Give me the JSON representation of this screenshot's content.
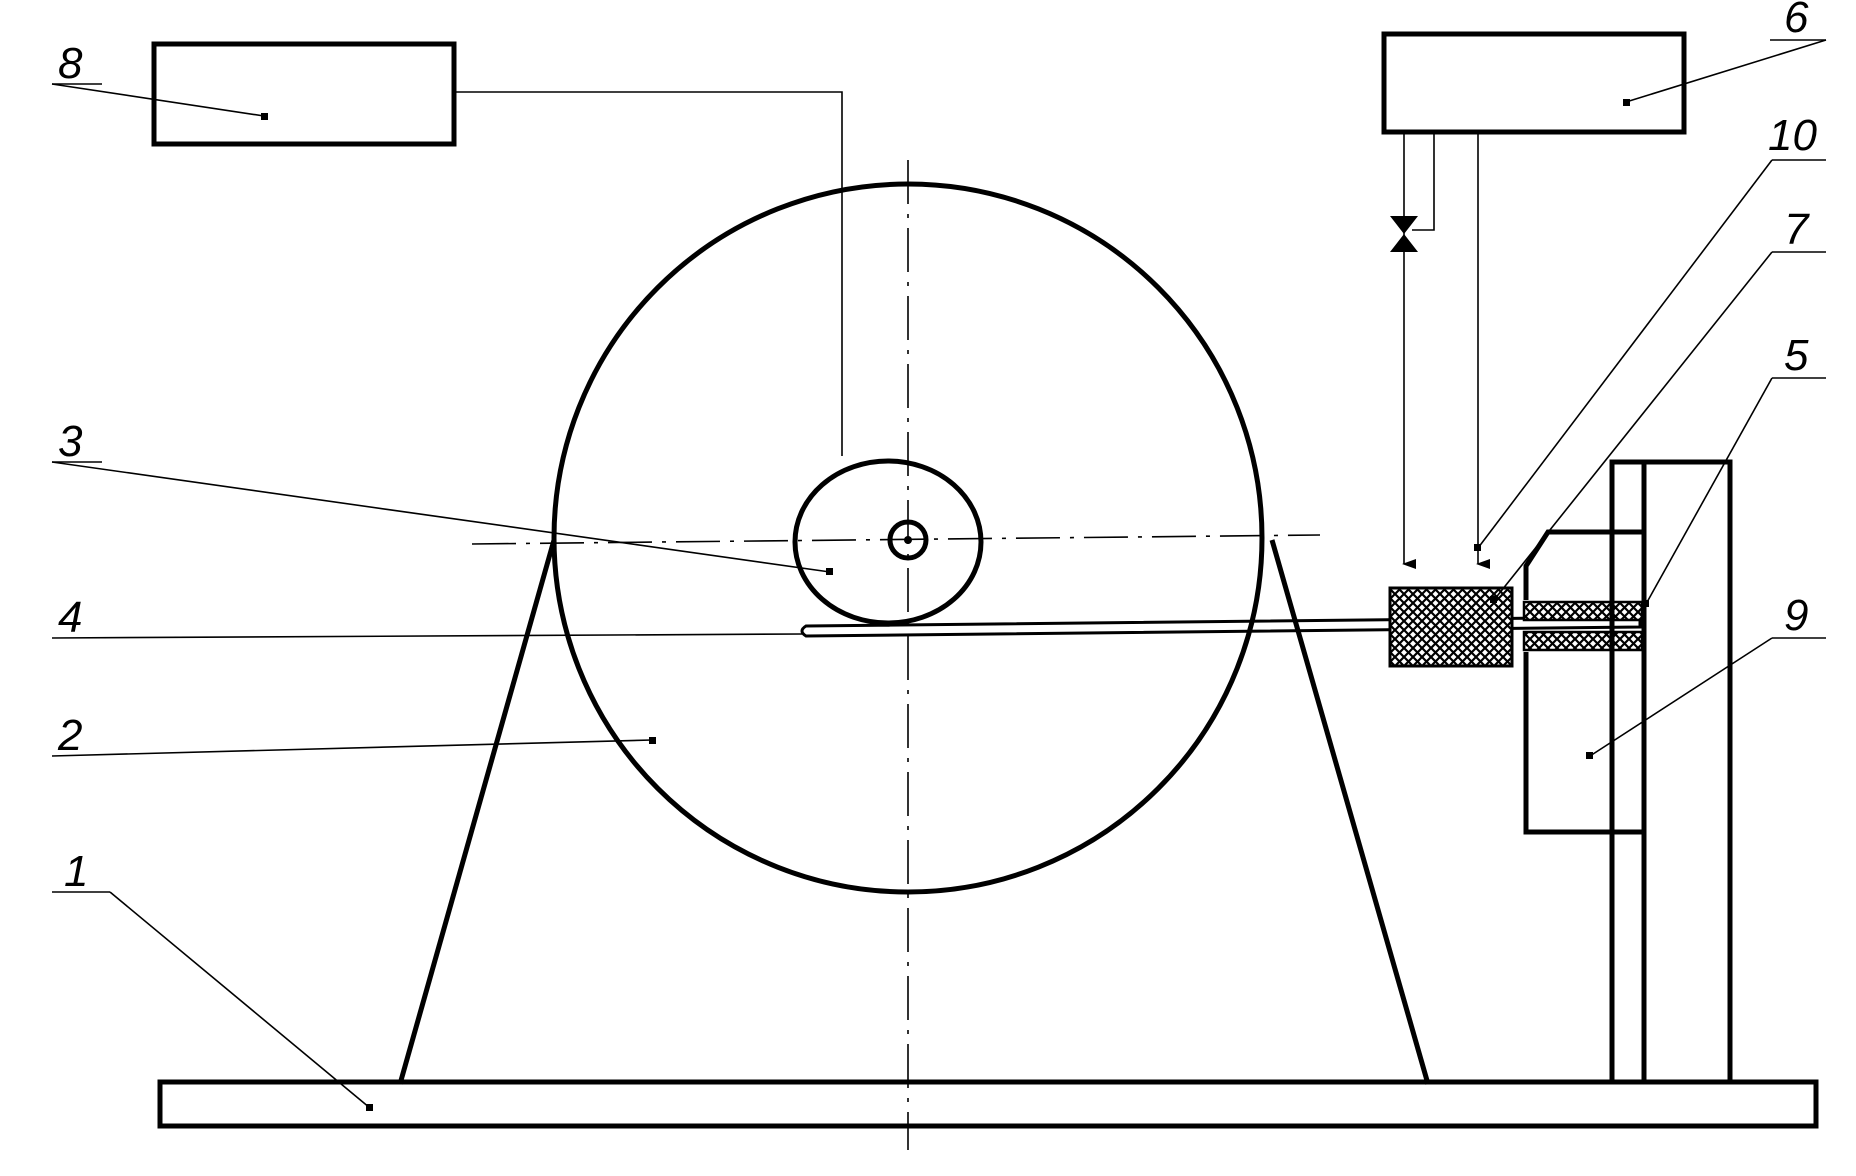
{
  "diagram": {
    "labels": {
      "l1": "1",
      "l2": "2",
      "l3": "3",
      "l4": "4",
      "l5": "5",
      "l6": "6",
      "l7": "7",
      "l8": "8",
      "l9": "9",
      "l10": "10"
    }
  }
}
